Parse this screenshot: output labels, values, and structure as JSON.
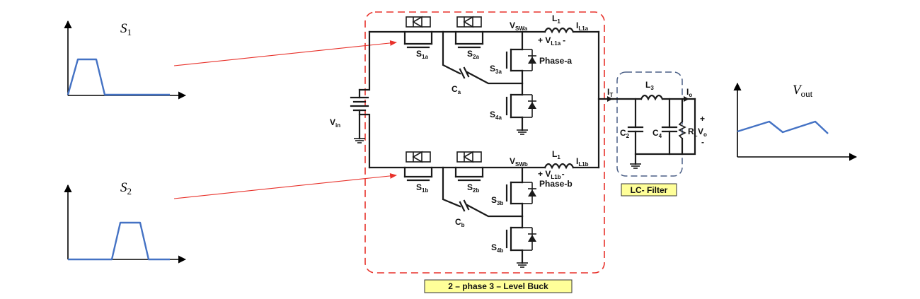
{
  "diagram": {
    "signal_s1": {
      "symbol": "S",
      "subscript": "1"
    },
    "signal_s2": {
      "symbol": "S",
      "subscript": "2"
    },
    "signal_vout": {
      "symbol": "V",
      "subscript": "out"
    },
    "labels": {
      "s1a": "S",
      "s1a_sub": "1a",
      "s2a": "S",
      "s2a_sub": "2a",
      "s3a": "S",
      "s3a_sub": "3a",
      "s4a": "S",
      "s4a_sub": "4a",
      "s1b": "S",
      "s1b_sub": "1b",
      "s2b": "S",
      "s2b_sub": "2b",
      "s3b": "S",
      "s3b_sub": "3b",
      "s4b": "S",
      "s4b_sub": "4b",
      "vswa": "V",
      "vswa_sub": "SWa",
      "vswb": "V",
      "vswb_sub": "SWb",
      "l1_top": "L",
      "l1_top_sub": "1",
      "l1_bot": "L",
      "l1_bot_sub": "1",
      "il1a": "I",
      "il1a_sub": "L1a",
      "il1b": "I",
      "il1b_sub": "L1b",
      "vl1a_plus": "+ V",
      "vl1a_sub": "L1a",
      "vl1a_minus": "-",
      "vl1b_plus": "+ V",
      "vl1b_sub": "L1b",
      "vl1b_minus": "-",
      "phase_a": "Phase-a",
      "phase_b": "Phase-b",
      "ca": "C",
      "ca_sub": "a",
      "cb": "C",
      "cb_sub": "b",
      "vin": "V",
      "vin_sub": "in",
      "it": "I",
      "it_sub": "T",
      "l3": "L",
      "l3_sub": "3",
      "io": "I",
      "io_sub": "o",
      "c2": "C",
      "c2_sub": "2",
      "c4": "C",
      "c4_sub": "4",
      "rl": "R",
      "rl_sub": "L",
      "vo": "V",
      "vo_sub": "o",
      "vo_plus": "+",
      "vo_minus": "-"
    },
    "caption_buck": "2 – phase 3 – Level Buck",
    "caption_filter": "LC- Filter",
    "colors": {
      "signal": "#4472c4",
      "arrow": "#e8322b",
      "buck_box": "#e8322b",
      "filter_box": "#4a5f86",
      "caption_bg": "#ffff99"
    }
  }
}
